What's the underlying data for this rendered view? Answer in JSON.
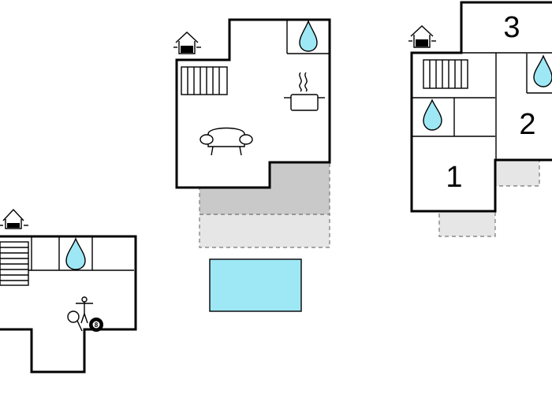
{
  "rooms": {
    "room_1": "1",
    "room_2": "2",
    "room_3": "3"
  },
  "billiard_ball_number": "8",
  "icons": [
    "house-icon",
    "stairs-icon",
    "bathroom-icon",
    "kitchen-icon",
    "sofa-icon",
    "swimming-pool-icon",
    "table-tennis-icon",
    "billiards-icon",
    "terrace-icon"
  ],
  "colors": {
    "walls": "#000000",
    "water": "#9ee7f5",
    "terrace_covered": "#c9c9c9",
    "terrace_open": "#e6e6e6"
  }
}
